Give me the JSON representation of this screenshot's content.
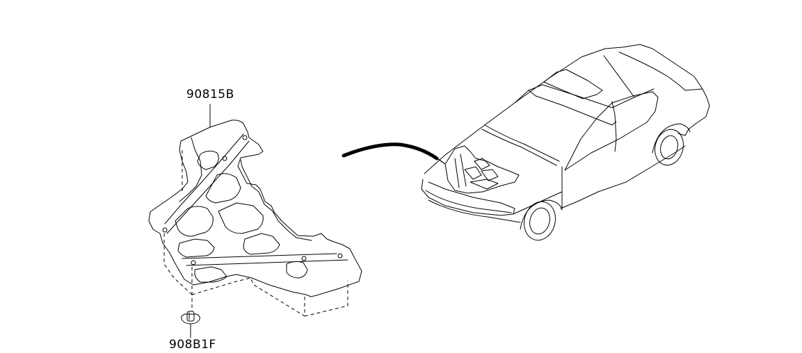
{
  "diagram": {
    "type": "parts-exploded-view",
    "background": "#ffffff",
    "line_color": "#000000"
  },
  "parts": [
    {
      "id": "undercover",
      "part_number": "90815B",
      "description_shape": "engine under cover panel"
    },
    {
      "id": "clip",
      "part_number": "908B1F",
      "description_shape": "push clip fastener"
    }
  ],
  "reference": {
    "vehicle": "sedan-location-view",
    "indicator": "leader line to engine bay"
  }
}
